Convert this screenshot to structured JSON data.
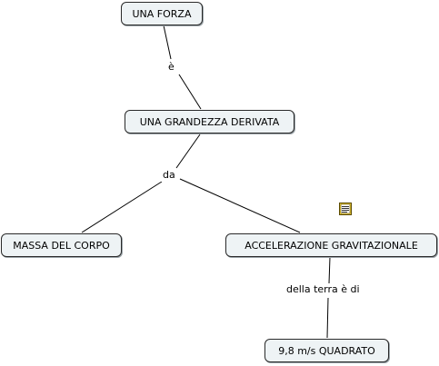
{
  "nodes": {
    "una_forza": "UNA FORZA",
    "grandezza_derivata": "UNA GRANDEZZA DERIVATA",
    "massa_corpo": "MASSA DEL CORPO",
    "accelerazione": "ACCELERAZIONE GRAVITAZIONALE",
    "quadrato": "9,8 m/s QUADRATO"
  },
  "links": {
    "e": "è",
    "da": "da",
    "della_terra": "della terra è di"
  },
  "icons": {
    "note": "note-icon"
  },
  "colors": {
    "node_fill": "#eef3f5",
    "node_border": "#2a2a2a",
    "icon_yellow": "#f5d33a"
  }
}
